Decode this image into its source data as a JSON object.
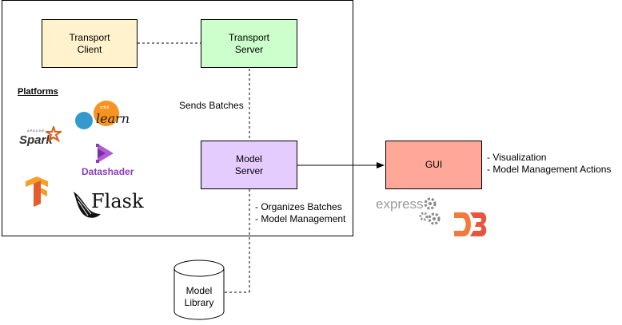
{
  "nodes": {
    "transport_client": "Transport\nClient",
    "transport_server": "Transport\nServer",
    "model_server": "Model\nServer",
    "gui": "GUI",
    "model_library": "Model\nLibrary"
  },
  "edge_labels": {
    "sends_batches": "Sends Batches"
  },
  "notes": {
    "model_server": [
      "- Organizes Batches",
      "- Model Management"
    ],
    "gui": [
      "- Visualization",
      "- Model Management Actions"
    ]
  },
  "platforms": {
    "heading": "Platforms",
    "logos": {
      "sklearn_small": "scikit",
      "sklearn": "learn",
      "spark_small": "APACHE",
      "spark": "Spark",
      "datashader": "Datashader",
      "flask": "Flask"
    }
  },
  "gui_logos": {
    "express": "express",
    "d3": "D3"
  },
  "colors": {
    "transport_client": "#FFF2CC",
    "transport_server": "#CCFFCC",
    "model_server": "#E5CCFF",
    "gui": "#FFA899",
    "library": "#FFFFFF"
  },
  "icons": [
    "scikit-learn-logo",
    "apache-spark-logo",
    "datashader-logo",
    "tensorflow-logo",
    "flask-logo",
    "express-gears-icon",
    "d3-logo",
    "database-cylinder-icon"
  ]
}
